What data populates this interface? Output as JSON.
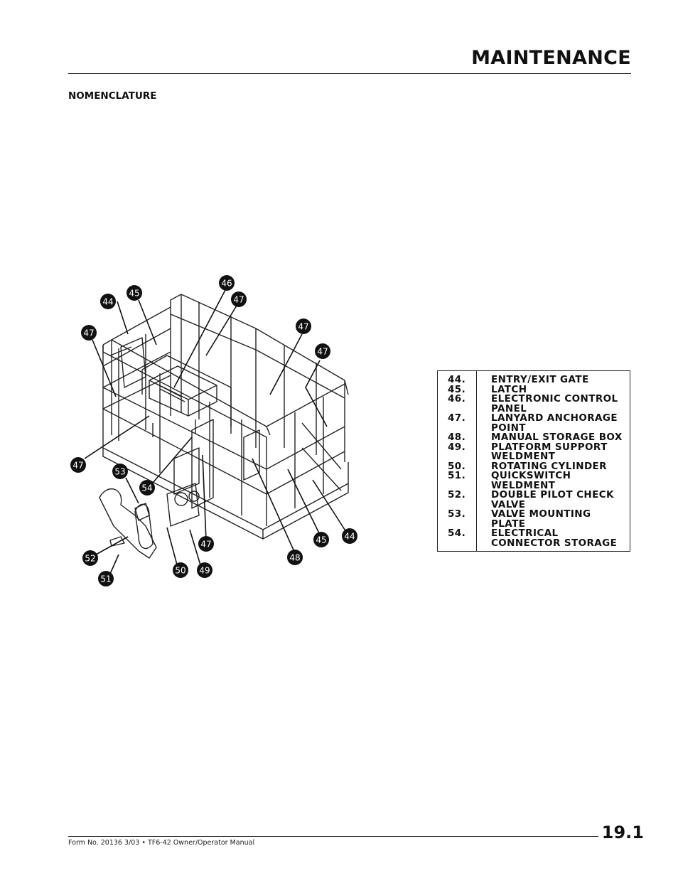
{
  "header": {
    "title": "MAINTENANCE"
  },
  "section": {
    "heading": "NOMENCLATURE"
  },
  "figure": {
    "callouts": [
      "44",
      "45",
      "47",
      "46",
      "47",
      "47",
      "47",
      "47",
      "53",
      "54",
      "52",
      "51",
      "50",
      "49",
      "47",
      "48",
      "45",
      "44"
    ]
  },
  "legend": {
    "items": [
      {
        "num": "44.",
        "label": "ENTRY/EXIT GATE"
      },
      {
        "num": "45.",
        "label": "LATCH"
      },
      {
        "num": "46.",
        "label": "ELECTRONIC CONTROL PANEL"
      },
      {
        "num": "47.",
        "label": "LANYARD ANCHORAGE POINT"
      },
      {
        "num": "48.",
        "label": "MANUAL STORAGE BOX"
      },
      {
        "num": "49.",
        "label": "PLATFORM SUPPORT WELDMENT"
      },
      {
        "num": "50.",
        "label": "ROTATING CYLINDER"
      },
      {
        "num": "51.",
        "label": "QUICKSWITCH WELDMENT"
      },
      {
        "num": "52.",
        "label": "DOUBLE PILOT CHECK VALVE"
      },
      {
        "num": "53.",
        "label": "VALVE MOUNTING PLATE"
      },
      {
        "num": "54.",
        "label": "ELECTRICAL CONNECTOR STORAGE"
      }
    ]
  },
  "footer": {
    "text": "Form No. 20136   3/03  •  TF6-42 Owner/Operator Manual",
    "page_number": "19.1"
  }
}
